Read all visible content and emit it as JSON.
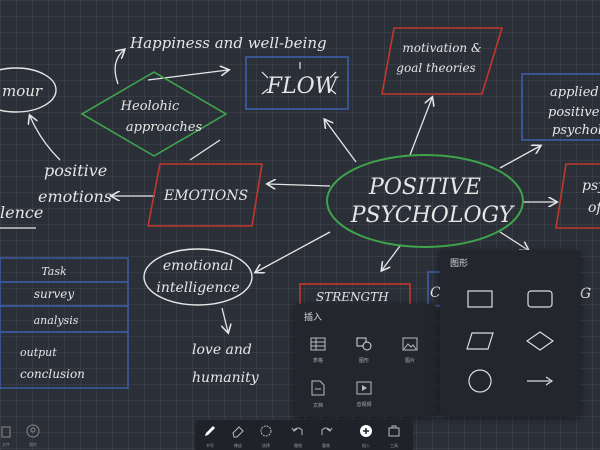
{
  "board": {
    "nodes": {
      "center": "POSITIVE PSYCHOLOGY",
      "center_line1": "POSITIVE",
      "center_line2": "PSYCHOLOGY",
      "happiness": "Happiness and well-being",
      "flow": "FLOW",
      "motivation_line1": "motivation &",
      "motivation_line2": "goal theories",
      "applied_line1": "applied",
      "applied_line2": "positive",
      "applied_line3": "psychol",
      "hedonic_line1": "Heolohic",
      "hedonic_line2": "approaches",
      "humour": "mour",
      "positive_emotions_line1": "positive",
      "positive_emotions_line2": "emotions",
      "lence": "lence",
      "emotions": "EMOTIONS",
      "psy_line1": "psy",
      "psy_line2": "of",
      "emotional_line1": "emotional",
      "emotional_line2": "intelligence",
      "love_line1": "love and",
      "love_line2": "humanity",
      "strengths": "STRENGTH",
      "partial_c": "C",
      "partial_g": "G",
      "table_rows": [
        "Task",
        "survey",
        "analysis"
      ],
      "table_output_line1": "output",
      "table_output_line2": "conclusion"
    }
  },
  "insert_panel": {
    "title": "插入",
    "items": [
      {
        "label": "表格",
        "icon": "table-icon"
      },
      {
        "label": "图形",
        "icon": "shapes-icon"
      },
      {
        "label": "图片",
        "icon": "image-icon"
      },
      {
        "label": "文档",
        "icon": "document-icon"
      },
      {
        "label": "音视频",
        "icon": "video-icon"
      }
    ]
  },
  "shapes_panel": {
    "title": "图形",
    "shapes": [
      "rectangle",
      "rounded-rectangle",
      "parallelogram",
      "diamond",
      "circle",
      "arrow"
    ]
  },
  "toolbar": {
    "items": [
      {
        "label": "书写",
        "icon": "pen-icon"
      },
      {
        "label": "橡皮",
        "icon": "eraser-icon"
      },
      {
        "label": "选择",
        "icon": "select-icon"
      },
      {
        "label": "撤销",
        "icon": "undo-icon"
      },
      {
        "label": "重做",
        "icon": "redo-icon"
      },
      {
        "label": "插入",
        "icon": "insert-icon"
      },
      {
        "label": "工具",
        "icon": "toolbox-icon"
      }
    ]
  },
  "corner": {
    "left_label": "文件",
    "left_label2": "我的"
  },
  "colors": {
    "green": "#3fa34d",
    "red": "#c0392b",
    "blue": "#3b5ea8",
    "chalk": "#e6e6e6"
  }
}
